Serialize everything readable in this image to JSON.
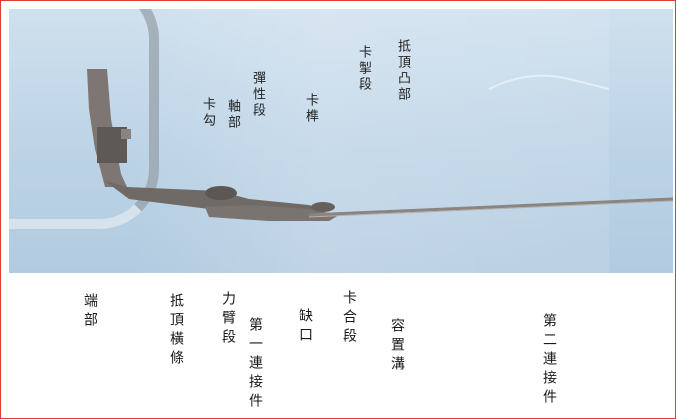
{
  "photo_labels": {
    "di_ding_tu_bu": "抵頂凸部",
    "ka_ji_duan": "卡掣段",
    "tan_xing_duan": "彈性段",
    "ka_xiao": "卡榫",
    "zhou_bu": "軸部",
    "ka_gou": "卡勾"
  },
  "bottom_labels": {
    "duan_bu": "端部",
    "di_ding_heng_tiao": "抵頂橫條",
    "li_bi_duan": "力臂段",
    "di_yi_lian_jie_jian": "第一連接件",
    "que_kou": "缺口",
    "ka_he_duan": "卡合段",
    "rong_zhi_gou": "容置溝",
    "di_er_lian_jie_jian": "第二連接件"
  },
  "colors": {
    "border": "#e53935",
    "photo_bg": "#bcd3e6",
    "metal": "#6f6a66"
  }
}
